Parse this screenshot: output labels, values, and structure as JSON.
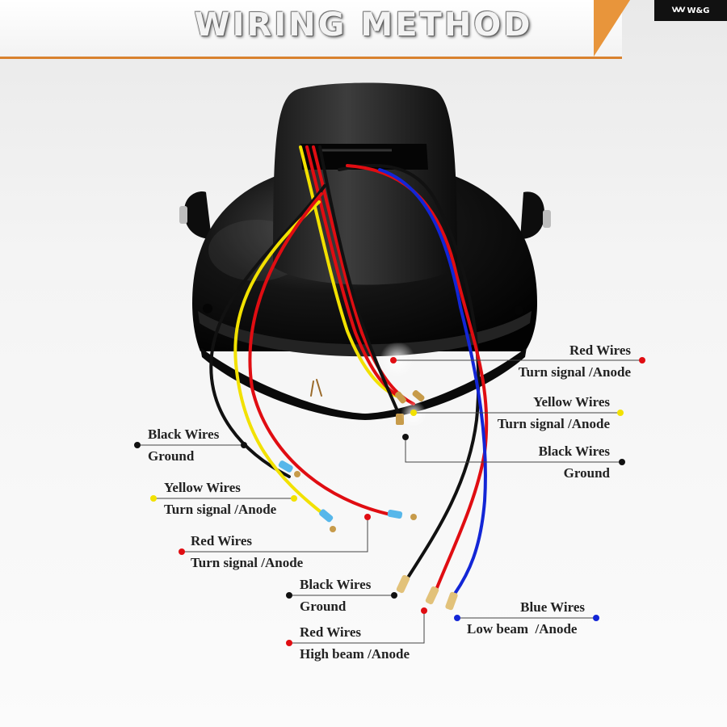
{
  "banner": {
    "title": "WIRING METHOD"
  },
  "brand": {
    "mark": "VVV",
    "name": "W&G"
  },
  "colors": {
    "red": "#e00d12",
    "yellow": "#f2e100",
    "black": "#111111",
    "blue": "#1326d6",
    "accent": "#e8953b"
  },
  "callouts": [
    {
      "color_name": "red",
      "wire": "Red Wires",
      "function": "Turn signal /Anode"
    },
    {
      "color_name": "yellow",
      "wire": "Yellow Wires",
      "function": "Turn signal /Anode"
    },
    {
      "color_name": "black",
      "wire": "Black Wires",
      "function": "Ground"
    },
    {
      "color_name": "black",
      "wire": "Black Wires",
      "function": "Ground"
    },
    {
      "color_name": "yellow",
      "wire": "Yellow Wires",
      "function": "Turn signal /Anode"
    },
    {
      "color_name": "red",
      "wire": "Red Wires",
      "function": "Turn signal /Anode"
    },
    {
      "color_name": "black",
      "wire": "Black Wires",
      "function": "Ground"
    },
    {
      "color_name": "blue",
      "wire": "Blue Wires",
      "function": "Low beam  /Anode"
    },
    {
      "color_name": "red",
      "wire": "Red Wires",
      "function": "High beam /Anode"
    }
  ]
}
